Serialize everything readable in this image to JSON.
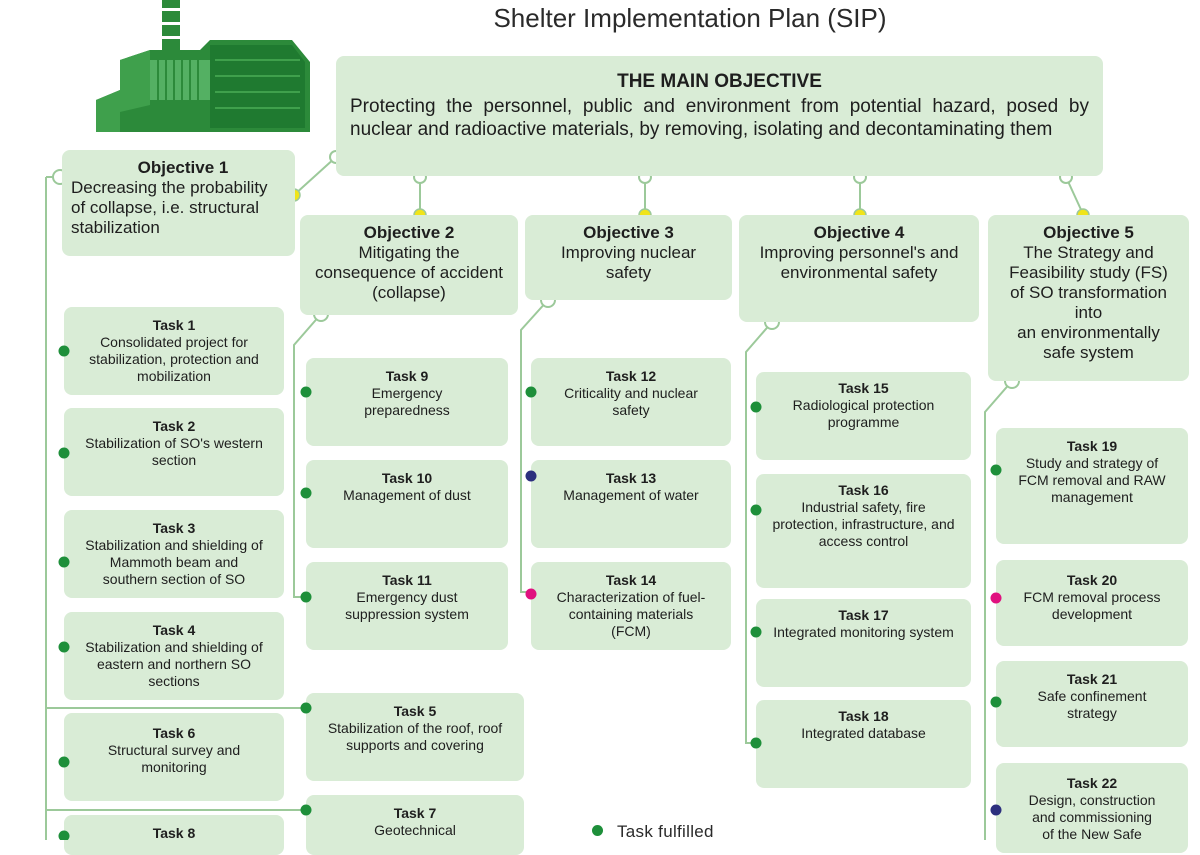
{
  "title": "Shelter Implementation Plan (SIP)",
  "colors": {
    "box": "#d9ecd6",
    "line": "#9cc99a",
    "yellow_node": "#f0e41a",
    "green_dot": "#1e8f3a",
    "magenta_dot": "#e0117f",
    "navy_dot": "#2c2f7e",
    "building": "#2c8a3a"
  },
  "building_icon": "sarcophagus-building-icon",
  "main": {
    "heading": "THE MAIN OBJECTIVE",
    "text": "Protecting the personnel, public and environment from potential hazard, posed by nuclear and radioactive materials, by removing, isolating and decontaminating them"
  },
  "objectives": [
    {
      "heading": "Objective 1",
      "text": "Decreasing the probability\nof collapse, i.e. structural\nstabilization"
    },
    {
      "heading": "Objective 2",
      "text": "Mitigating the\nconsequence of accident\n(collapse)"
    },
    {
      "heading": "Objective 3",
      "text": "Improving nuclear\nsafety"
    },
    {
      "heading": "Objective 4",
      "text": "Improving personnel's and\nenvironmental safety"
    },
    {
      "heading": "Objective 5",
      "text": "The Strategy and\nFeasibility study (FS)\nof SO transformation\ninto\nan environmentally\nsafe system"
    }
  ],
  "tasks": [
    {
      "heading": "Task 1",
      "text": "Consolidated project for\nstabilization, protection and\nmobilization",
      "status": "green"
    },
    {
      "heading": "Task 2",
      "text": "Stabilization of SO's western\nsection",
      "status": "green"
    },
    {
      "heading": "Task 3",
      "text": "Stabilization and shielding of\nMammoth beam and\nsouthern section of SO",
      "status": "green"
    },
    {
      "heading": "Task 4",
      "text": "Stabilization and shielding of\neastern and northern SO\nsections",
      "status": "green"
    },
    {
      "heading": "Task 5",
      "text": "Stabilization of the roof, roof\nsupports and covering",
      "status": "green"
    },
    {
      "heading": "Task 6",
      "text": "Structural survey and\nmonitoring",
      "status": "green"
    },
    {
      "heading": "Task 7",
      "text": "Geotechnical",
      "status": "green"
    },
    {
      "heading": "Task 8",
      "text": "",
      "status": "green"
    },
    {
      "heading": "Task 9",
      "text": "Emergency\npreparedness",
      "status": "green"
    },
    {
      "heading": "Task 10",
      "text": "Management of dust",
      "status": "green"
    },
    {
      "heading": "Task 11",
      "text": "Emergency dust\nsuppression system",
      "status": "green"
    },
    {
      "heading": "Task 12",
      "text": "Criticality and nuclear\nsafety",
      "status": "green"
    },
    {
      "heading": "Task 13",
      "text": "Management of water",
      "status": "navy"
    },
    {
      "heading": "Task 14",
      "text": "Characterization of fuel-\ncontaining materials\n(FCM)",
      "status": "magenta"
    },
    {
      "heading": "Task 15",
      "text": "Radiological protection\nprogramme",
      "status": "green"
    },
    {
      "heading": "Task 16",
      "text": "Industrial safety, fire\nprotection, infrastructure, and\naccess control",
      "status": "green"
    },
    {
      "heading": "Task 17",
      "text": "Integrated monitoring system",
      "status": "green"
    },
    {
      "heading": "Task 18",
      "text": "Integrated database",
      "status": "green"
    },
    {
      "heading": "Task 19",
      "text": "Study and strategy of\nFCM removal and RAW\nmanagement",
      "status": "green"
    },
    {
      "heading": "Task 20",
      "text": "FCM removal process\ndevelopment",
      "status": "magenta"
    },
    {
      "heading": "Task 21",
      "text": "Safe confinement\nstrategy",
      "status": "green"
    },
    {
      "heading": "Task 22",
      "text": "Design, construction\nand commissioning\nof the New Safe",
      "status": "navy"
    }
  ],
  "legend": {
    "label": "Task fulfilled"
  }
}
